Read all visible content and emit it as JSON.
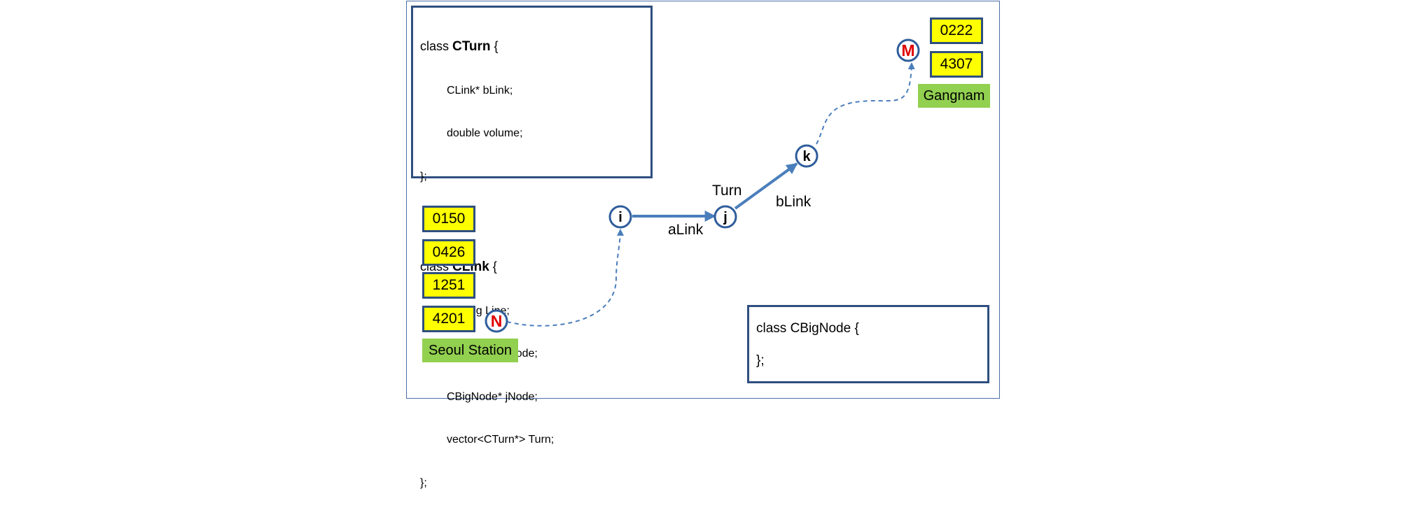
{
  "code_class_cturn": {
    "line1_prefix": "class ",
    "line1_name": "CTurn",
    "line1_suffix": " {",
    "member1": "CLink* bLink;",
    "member2": "double volume;",
    "close": "};"
  },
  "code_class_clink": {
    "line1_prefix": "class ",
    "line1_name": "CLink",
    "line1_suffix": " {",
    "member1": "Cstring Line;",
    "member2": "CBigNode* iNode;",
    "member3": "CBigNode* jNode;",
    "member4": "vector<CTurn*> Turn;",
    "close": "};"
  },
  "code_class_cbignode": {
    "line1": "class CBigNode {",
    "close": "};"
  },
  "seoul_codes": [
    "0150",
    "0426",
    "1251",
    "4201"
  ],
  "seoul_label": "Seoul Station",
  "gangnam_codes": [
    "0222",
    "4307"
  ],
  "gangnam_label": "Gangnam",
  "nodes": {
    "n": "N",
    "m": "M",
    "i": "i",
    "j": "j",
    "k": "k"
  },
  "edge_labels": {
    "alink": "aLink",
    "blink": "bLink",
    "turn": "Turn"
  },
  "colors": {
    "node_stroke": "#2f5d9b",
    "arrow": "#4a7ebb",
    "big_node_text": "#e00000",
    "code_box_yellow": "#ffff00",
    "station_label_green": "#92d050"
  }
}
